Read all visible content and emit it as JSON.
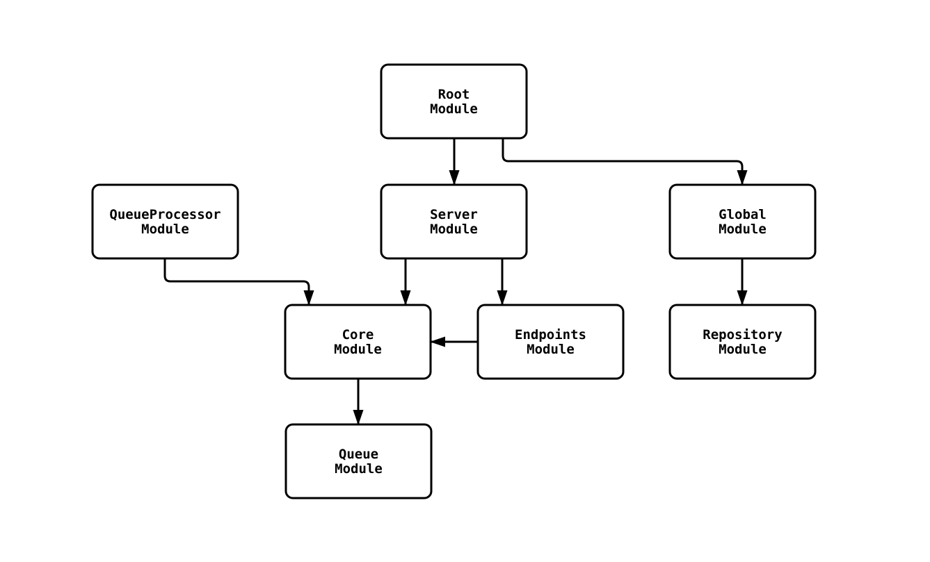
{
  "diagram": {
    "type": "flowchart",
    "direction": "top-down",
    "background_color": "#ffffff",
    "stroke_color": "#000000",
    "node_fill_color": "#ffffff",
    "text_color": "#000000",
    "icons": {
      "arrowhead": "filled-triangle-arrowhead"
    },
    "nodes": [
      {
        "id": "root",
        "label_lines": [
          "Root",
          "Module"
        ]
      },
      {
        "id": "queueProcessor",
        "label_lines": [
          "QueueProcessor",
          "Module"
        ]
      },
      {
        "id": "server",
        "label_lines": [
          "Server",
          "Module"
        ]
      },
      {
        "id": "global",
        "label_lines": [
          "Global",
          "Module"
        ]
      },
      {
        "id": "core",
        "label_lines": [
          "Core",
          "Module"
        ]
      },
      {
        "id": "endpoints",
        "label_lines": [
          "Endpoints",
          "Module"
        ]
      },
      {
        "id": "repository",
        "label_lines": [
          "Repository",
          "Module"
        ]
      },
      {
        "id": "queue",
        "label_lines": [
          "Queue",
          "Module"
        ]
      }
    ],
    "edges": [
      {
        "from": "root",
        "to": "server"
      },
      {
        "from": "root",
        "to": "global"
      },
      {
        "from": "queueProcessor",
        "to": "core"
      },
      {
        "from": "server",
        "to": "core"
      },
      {
        "from": "server",
        "to": "endpoints"
      },
      {
        "from": "endpoints",
        "to": "core"
      },
      {
        "from": "global",
        "to": "repository"
      },
      {
        "from": "core",
        "to": "queue"
      }
    ]
  }
}
